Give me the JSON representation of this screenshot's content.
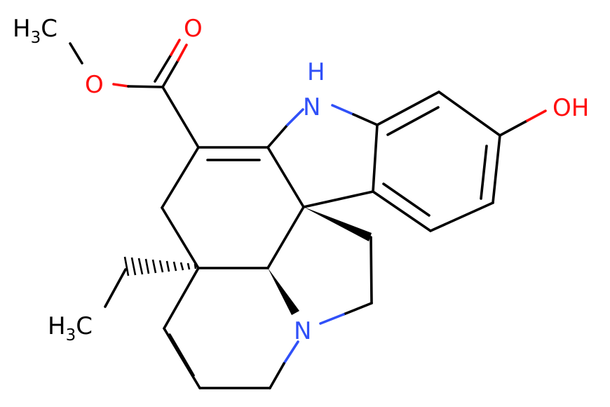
{
  "colors": {
    "background": "#ffffff",
    "bond": "#000000",
    "nitrogen": "#3050f8",
    "oxygen": "#ff0d0d"
  },
  "labels": {
    "methyl_top": "H",
    "methyl_top_sub": "3",
    "methyl_top_c": "C",
    "ester_o_single": "O",
    "ester_o_double": "O",
    "nh_n": "N",
    "nh_h": "H",
    "hydroxyl": "OH",
    "amine_n": "N",
    "ethyl_h": "H",
    "ethyl_sub": "3",
    "ethyl_c": "C"
  }
}
